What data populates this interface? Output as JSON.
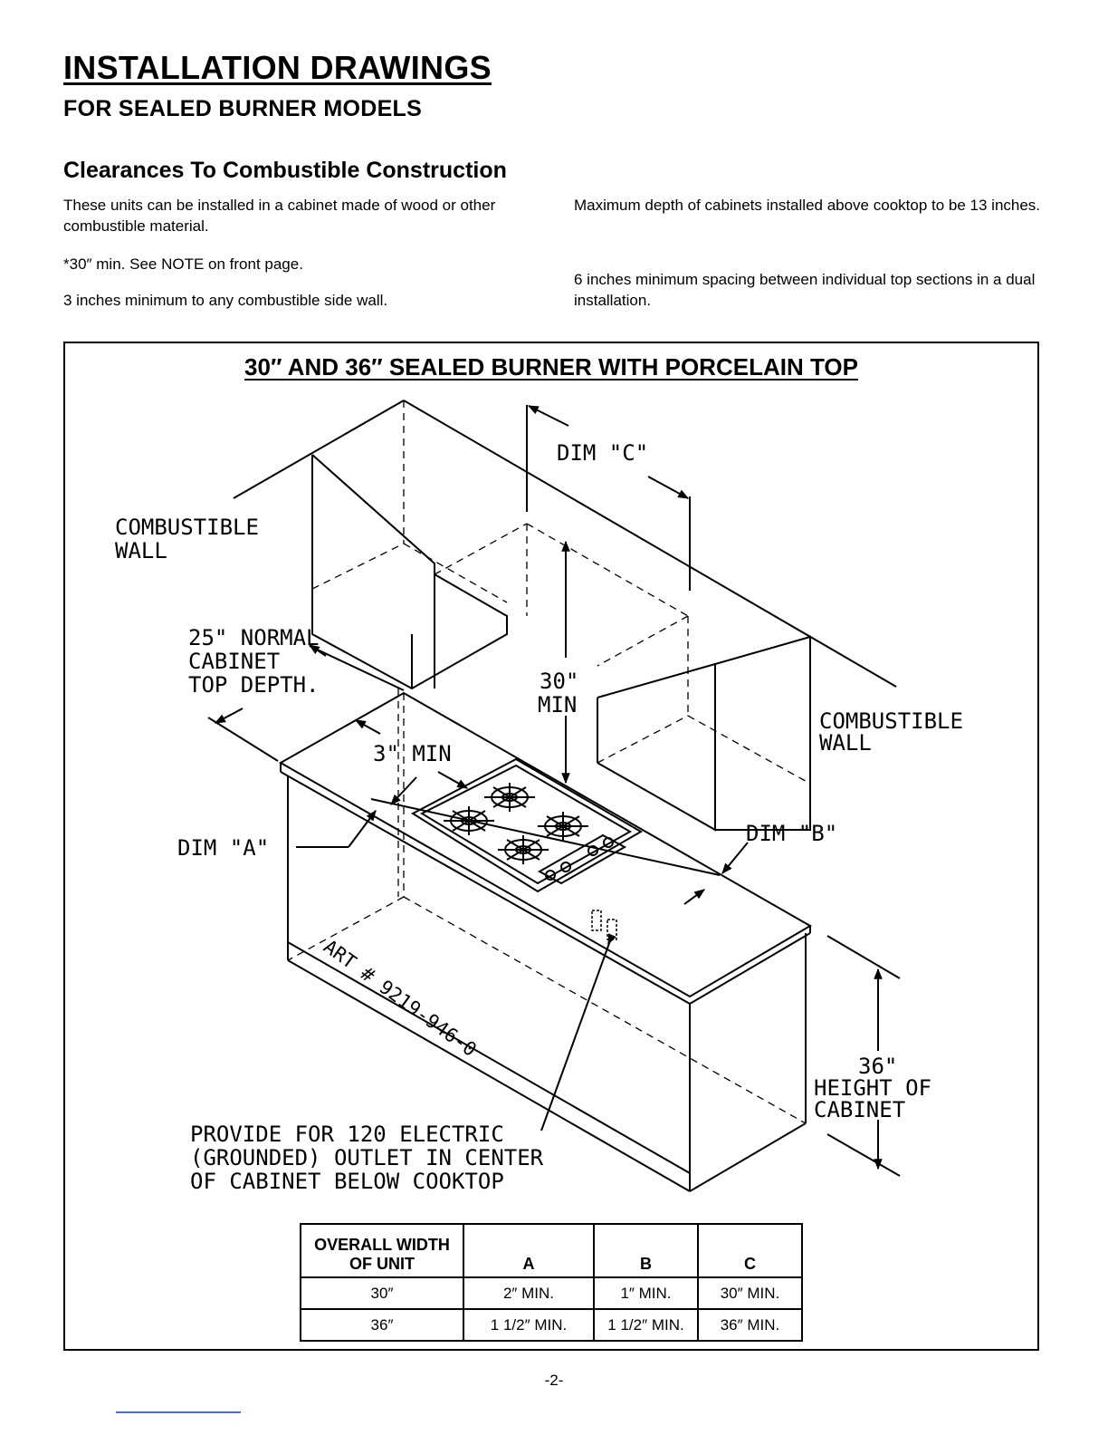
{
  "header": {
    "title": "INSTALLATION DRAWINGS",
    "subtitle": "FOR SEALED BURNER MODELS"
  },
  "section": {
    "heading": "Clearances To Combustible Construction",
    "left_paragraphs": [
      "These units can be installed in a cabinet made of wood or other combustible material.",
      "*30″ min. See NOTE on front page.",
      "3 inches minimum to any combustible side wall."
    ],
    "right_paragraphs": [
      "Maximum depth of cabinets installed above cooktop to be 13 inches.",
      "6 inches minimum spacing between individual top sections in a dual installation."
    ]
  },
  "figure": {
    "title": "30″ AND 36″ SEALED BURNER WITH PORCELAIN TOP",
    "labels": {
      "combustible_wall_left_1": "COMBUSTIBLE",
      "combustible_wall_left_2": "WALL",
      "combustible_wall_right_1": "COMBUSTIBLE",
      "combustible_wall_right_2": "WALL",
      "dim_c": "DIM \"C\"",
      "dim_a": "DIM \"A\"",
      "dim_b": "DIM \"B\"",
      "normal_depth_1": "25\" NORMAL",
      "normal_depth_2": "CABINET",
      "normal_depth_3": "TOP DEPTH.",
      "min_30_1": "30\"",
      "min_30_2": "MIN",
      "min_3": "3\" MIN",
      "height_1": "36\"",
      "height_2": "HEIGHT OF",
      "height_3": "CABINET",
      "outlet_1": "PROVIDE FOR 120 ELECTRIC",
      "outlet_2": "(GROUNDED) OUTLET IN CENTER",
      "outlet_3": "OF CABINET BELOW COOKTOP",
      "art_number": "ART # 9219-946-0"
    }
  },
  "table": {
    "headers": [
      "OVERALL WIDTH OF UNIT",
      "A",
      "B",
      "C"
    ],
    "rows": [
      [
        "30″",
        "2″ MIN.",
        "1″ MIN.",
        "30″ MIN."
      ],
      [
        "36″",
        "1 1/2″ MIN.",
        "1 1/2″ MIN.",
        "36″ MIN."
      ]
    ]
  },
  "page_number": "-2-"
}
